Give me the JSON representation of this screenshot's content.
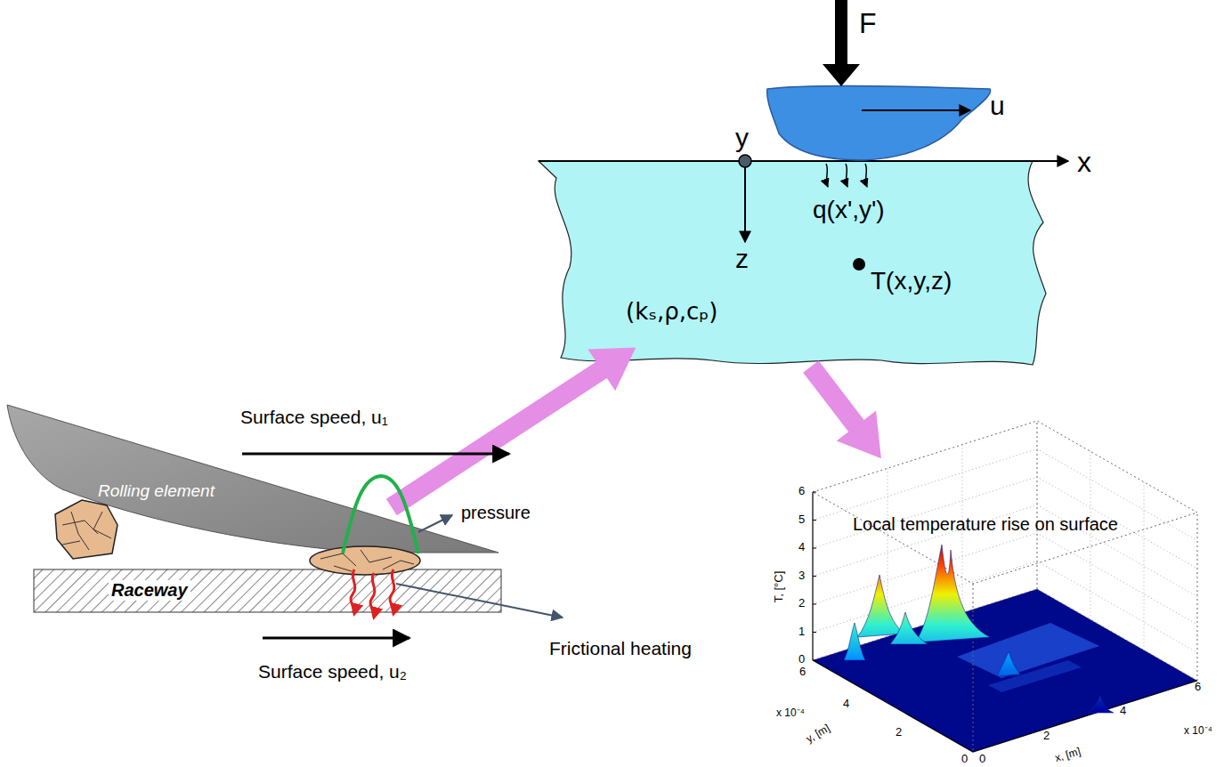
{
  "diagram": {
    "nodes": [
      {
        "text": [
          "Rolling element"
        ]
      },
      {
        "text": [
          "Raceway"
        ]
      },
      {
        "text": [
          "q(x',y')",
          "T(x,y,z)",
          "(kₛ,ρ,cₚ)"
        ]
      },
      {
        "text": [
          "Local temperature rise on surface"
        ]
      }
    ],
    "edges": [
      {
        "from": 0,
        "to": 2,
        "arrow": "to"
      },
      {
        "from": 2,
        "to": 3,
        "arrow": "to"
      }
    ],
    "labels": [
      "F",
      "u",
      "y",
      "x",
      "z",
      "Surface speed, u₁",
      "pressure",
      "Frictional heating",
      "Surface speed, u₂",
      "T, [°C]",
      "6",
      "5",
      "4",
      "3",
      "2",
      "1",
      "0",
      "x 10⁻⁴",
      "6",
      "4",
      "2",
      "0",
      "y, [m]",
      "0",
      "2",
      "4",
      "6",
      "x 10⁻⁴",
      "x, [m]"
    ]
  }
}
